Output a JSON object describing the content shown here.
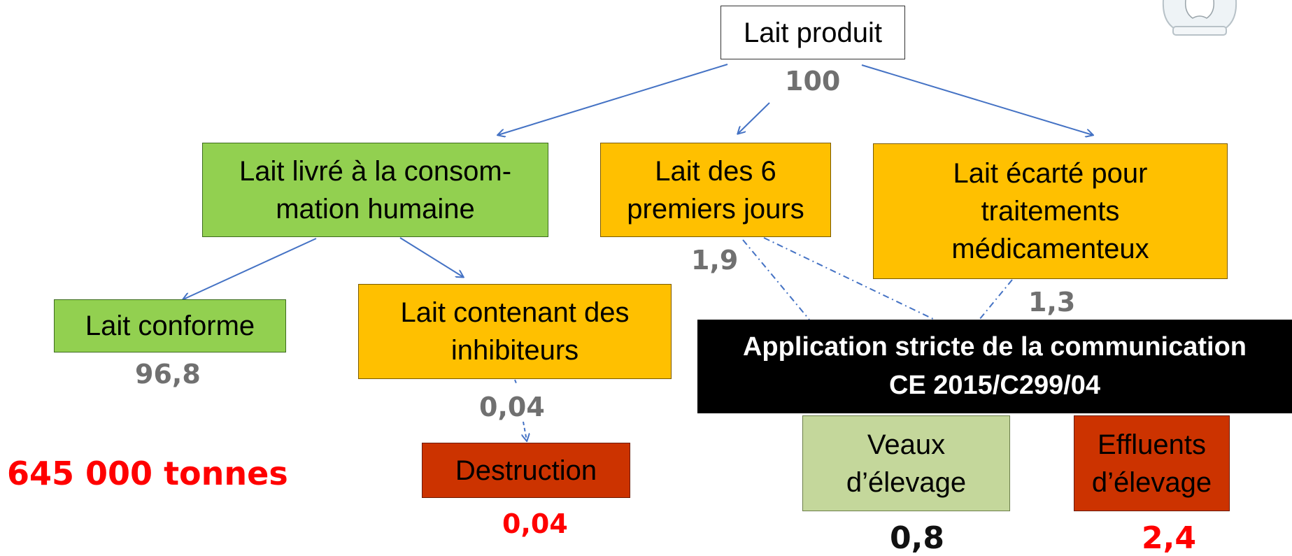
{
  "diagram": {
    "root": {
      "label": "Lait produit",
      "value": "100"
    },
    "level1": {
      "human": {
        "label": "Lait  livré à la consom-\nmation humaine"
      },
      "first_days": {
        "label": "Lait des 6\npremiers jours",
        "value": "1,9"
      },
      "treatments": {
        "label": "Lait  écarté pour\ntraitements\nmédicamenteux",
        "value": "1,3"
      }
    },
    "level2": {
      "conform": {
        "label": "Lait  conforme",
        "value": "96,8"
      },
      "inhibitors": {
        "label": "Lait  contenant des\ninhibiteurs",
        "value": "0,04"
      }
    },
    "destruction": {
      "label": "Destruction",
      "value": "0,04"
    },
    "regulation": {
      "label": "Application stricte de la communication\nCE 2015/C299/04"
    },
    "calves": {
      "label": "Veaux\nd’élevage",
      "value": "0,8"
    },
    "effluents": {
      "label": "Effluents\nd’élevage",
      "value": "2,4"
    },
    "total": "645 000 tonnes"
  },
  "colors": {
    "green": "#92d050",
    "orange": "#ffc000",
    "red": "#cc3300",
    "light_green": "#c4d79b",
    "arrow": "#4472c4",
    "emphasis": "#ff0000"
  }
}
